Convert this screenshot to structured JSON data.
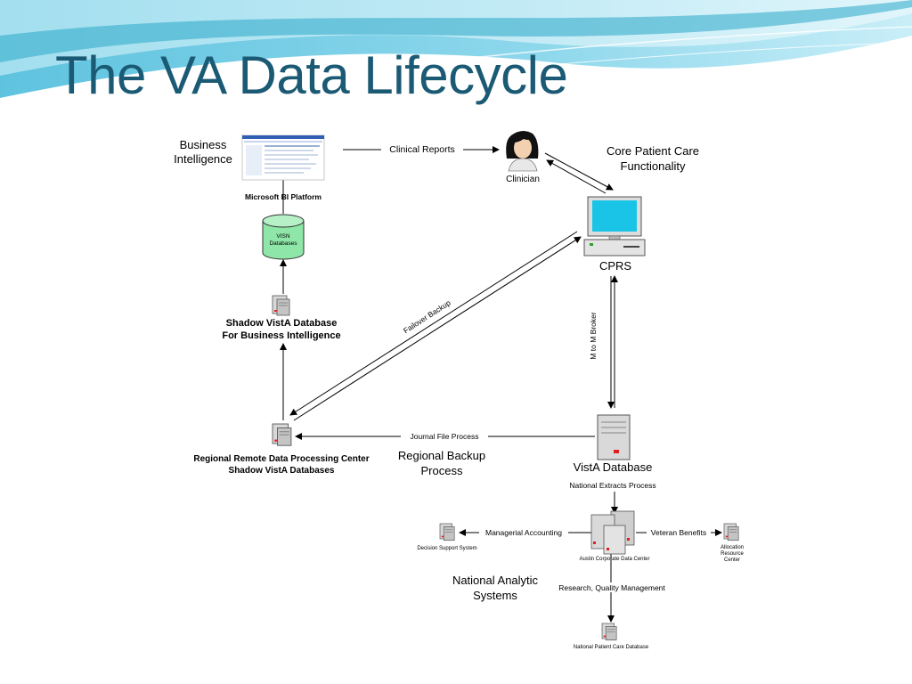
{
  "slide": {
    "title": "The VA Data Lifecycle"
  },
  "diagram": {
    "business_intelligence": "Business Intelligence",
    "microsoft_bi_platform": "Microsoft BI Platform",
    "visn_databases": "VISN Databases",
    "clinical_reports": "Clinical Reports",
    "clinician": "Clinician",
    "core_patient_care": "Core Patient Care Functionality",
    "cprs": "CPRS",
    "shadow_vista_bi": "Shadow VistA Database For Business Intelligence",
    "failover_backup": "Failover Backup",
    "m_to_m_broker": "M to M Broker",
    "regional_remote": "Regional Remote Data Processing Center Shadow VistA Databases",
    "journal_file_process": "Journal File Process",
    "regional_backup": "Regional Backup Process",
    "vista_database": "VistA Database",
    "national_extracts": "National Extracts Process",
    "managerial_accounting": "Managerial Accounting",
    "decision_support": "Decision Support System",
    "austin_center": "Austin Corporate Data Center",
    "veteran_benefits": "Veteran Benefits",
    "allocation_resource": "Allocation Resource Center",
    "national_analytic": "National Analytic Systems",
    "research_quality": "Research, Quality Management",
    "national_patient_care": "National Patient Care Database"
  },
  "colors": {
    "title": "#1b5a74",
    "visn_cylinder": "#8ee6a8",
    "monitor_screen": "#19c4e6",
    "server_light": "#e02020"
  }
}
